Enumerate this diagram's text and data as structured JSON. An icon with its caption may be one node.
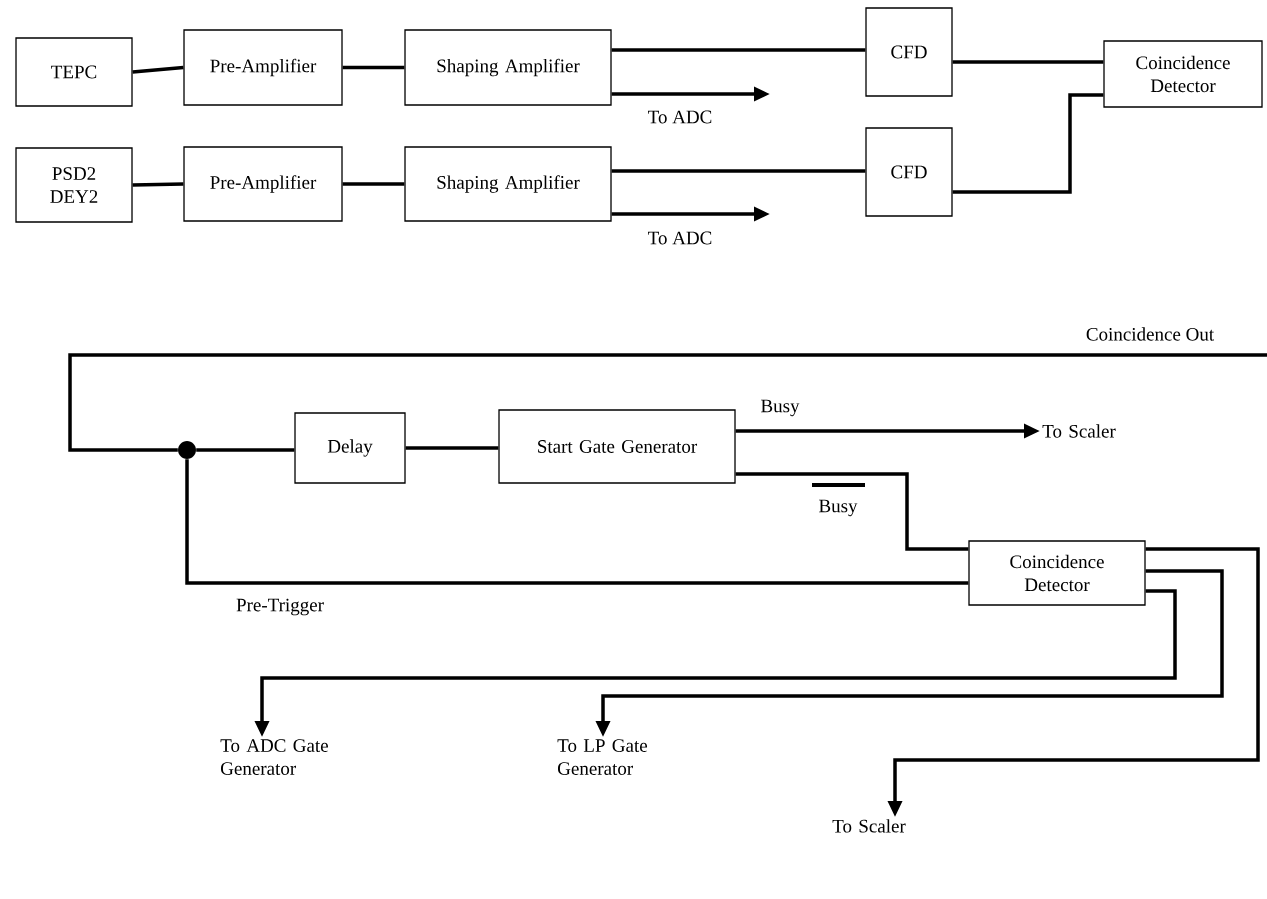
{
  "diagram": {
    "nodes": [
      {
        "text": [
          "TEPC"
        ]
      },
      {
        "text": [
          "Pre-Amplifier"
        ]
      },
      {
        "text": [
          "Shaping Amplifier"
        ]
      },
      {
        "text": [
          "CFD"
        ]
      },
      {
        "text": [
          "Coincidence Detector"
        ]
      },
      {
        "text": [
          "PSD2 DEY2"
        ]
      },
      {
        "text": [
          "Pre-Amplifier"
        ]
      },
      {
        "text": [
          "Shaping Amplifier"
        ]
      },
      {
        "text": [
          "CFD"
        ]
      },
      {
        "text": [],
        "shape": "circle"
      },
      {
        "text": [
          "Delay"
        ]
      },
      {
        "text": [
          "Start Gate Generator"
        ]
      },
      {
        "text": [
          "To Scaler"
        ]
      },
      {
        "text": [
          "Coincidence Detector"
        ]
      },
      {
        "text": [
          "To ADC Gate Generator"
        ]
      },
      {
        "text": [
          "To LP Gate Generator"
        ]
      },
      {
        "text": [
          "To Scaler"
        ]
      }
    ],
    "edges": [
      {
        "from": 0,
        "to": 1,
        "arrow": "none"
      },
      {
        "from": 1,
        "to": 2,
        "arrow": "none"
      },
      {
        "from": 2,
        "to": 3,
        "arrow": "none"
      },
      {
        "from": 2,
        "to": null,
        "arrow": "to",
        "label": "To ADC"
      },
      {
        "from": 3,
        "to": 4,
        "arrow": "none"
      },
      {
        "from": 5,
        "to": 6,
        "arrow": "none"
      },
      {
        "from": 6,
        "to": 7,
        "arrow": "none"
      },
      {
        "from": 7,
        "to": 8,
        "arrow": "none"
      },
      {
        "from": 7,
        "to": null,
        "arrow": "to",
        "label": "To ADC"
      },
      {
        "from": 8,
        "to": 4,
        "arrow": "none"
      },
      {
        "from": null,
        "to": 9,
        "arrow": "none",
        "label": "Coincidence Out"
      },
      {
        "from": 9,
        "to": 10,
        "arrow": "none"
      },
      {
        "from": 10,
        "to": 11,
        "arrow": "none"
      },
      {
        "from": 11,
        "to": 12,
        "arrow": "to",
        "label": "Busy"
      },
      {
        "from": 11,
        "to": 13,
        "arrow": "none",
        "label": "Busy"
      },
      {
        "from": 9,
        "to": 13,
        "arrow": "none",
        "label": "Pre-Trigger"
      },
      {
        "from": 13,
        "to": 14,
        "arrow": "to"
      },
      {
        "from": 13,
        "to": 15,
        "arrow": "to"
      },
      {
        "from": 13,
        "to": 16,
        "arrow": "to"
      }
    ]
  }
}
